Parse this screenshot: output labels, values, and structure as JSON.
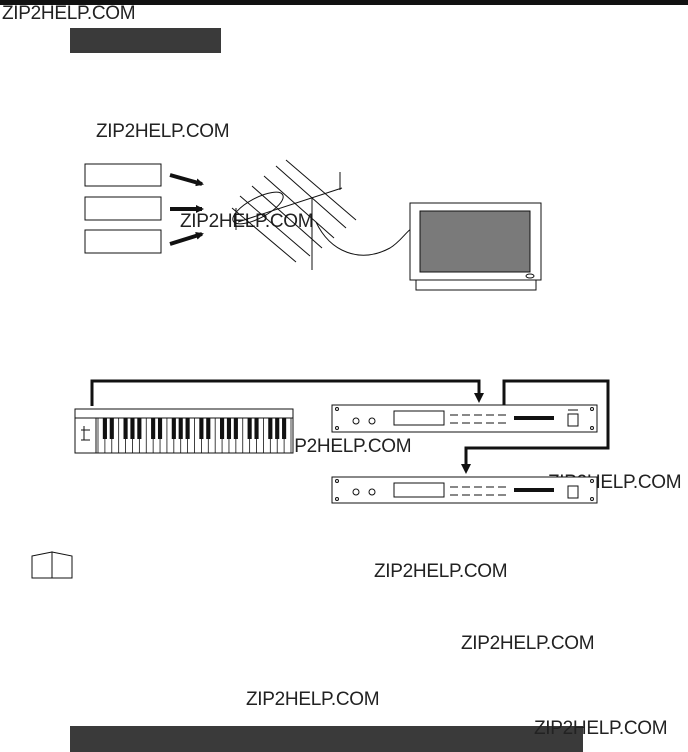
{
  "watermarks": [
    "ZIP2HELP.COM",
    "ZIP2HELP.COM",
    "ZIP2HELP.COM",
    "ZIP2HELP.COM",
    "ZIP2HELP.COM",
    "ZIP2HELP.COM",
    "ZIP2HELP.COM",
    "ZIP2HELP.COM",
    "ZIP2HELP.COM"
  ],
  "icons": {
    "antenna": "antenna-icon",
    "tv": "television-icon",
    "keyboard": "midi-keyboard-icon",
    "module": "tone-module-icon",
    "note": "book-note-icon",
    "arrow": "arrow-right-icon"
  },
  "colors": {
    "bar": "#3a3a3a",
    "line": "#111111",
    "screen": "#7a7a7a"
  }
}
